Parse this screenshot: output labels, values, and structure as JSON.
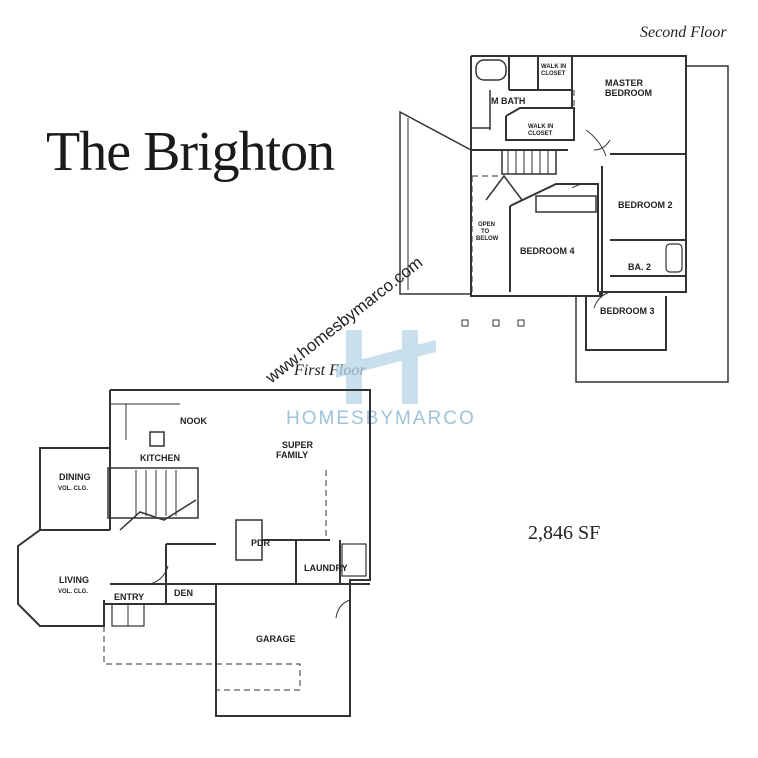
{
  "title": "The Brighton",
  "labels": {
    "second_floor": "Second Floor",
    "first_floor": "First Floor",
    "square_feet": "2,846 SF"
  },
  "watermark": {
    "url": "www.homesbymarco.com",
    "brand": "HOMESBYMARCO"
  },
  "rooms": {
    "master_bedroom_1": "MASTER",
    "master_bedroom_2": "BEDROOM",
    "walk_in_closet_top_1": "WALK IN",
    "walk_in_closet_top_2": "CLOSET",
    "walk_in_closet_mid_1": "WALK IN",
    "walk_in_closet_mid_2": "CLOSET",
    "m_bath": "M BATH",
    "bedroom_2": "BEDROOM 2",
    "bedroom_3": "BEDROOM 3",
    "bedroom_4": "BEDROOM 4",
    "bath_2": "BA. 2",
    "open_to_below_1": "OPEN",
    "open_to_below_2": "TO",
    "open_to_below_3": "BELOW",
    "nook": "NOOK",
    "kitchen": "KITCHEN",
    "super_family_1": "SUPER",
    "super_family_2": "FAMILY",
    "dining": "DINING",
    "dining_clg": "VOL. CLG.",
    "living": "LIVING",
    "living_clg": "VOL. CLG.",
    "entry": "ENTRY",
    "den": "DEN",
    "pdr": "PDR",
    "laundry": "LAUNDRY",
    "garage": "GARAGE"
  },
  "colors": {
    "ink": "#222222",
    "watermark": "#9fc3d8"
  }
}
